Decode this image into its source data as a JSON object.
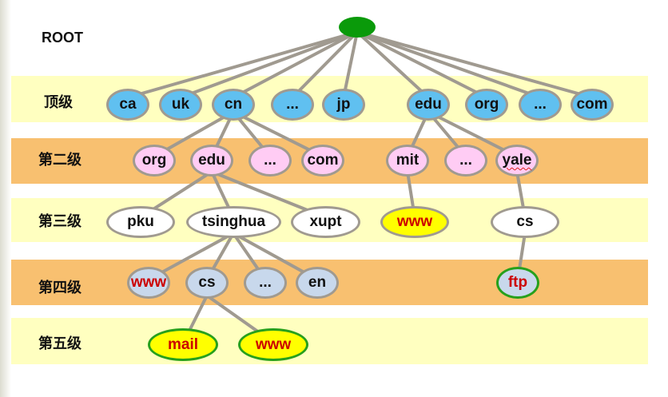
{
  "labels": {
    "root": "ROOT",
    "level1": "顶级",
    "level2": "第二级",
    "level3": "第三级",
    "level4": "第四级",
    "level5": "第五级"
  },
  "level1": [
    "ca",
    "uk",
    "cn",
    "...",
    "jp",
    "edu",
    "org",
    "...",
    "com"
  ],
  "level2": [
    "org",
    "edu",
    "...",
    "com",
    "mit",
    "...",
    "yale"
  ],
  "level3": [
    "pku",
    "tsinghua",
    "xupt",
    "www",
    "cs"
  ],
  "level4": [
    "www",
    "cs",
    "...",
    "en",
    "ftp"
  ],
  "level5": [
    "mail",
    "www"
  ],
  "colors": {
    "band_yellow": "#ffffc0",
    "band_orange": "#f8c070",
    "root": "#0a9a0a",
    "top_level_node": "#60c0f0",
    "second_level_node": "#ffccf4",
    "highlight_node": "#ffff00",
    "highlight_text": "#cc0000",
    "edge": "#a09a90"
  }
}
